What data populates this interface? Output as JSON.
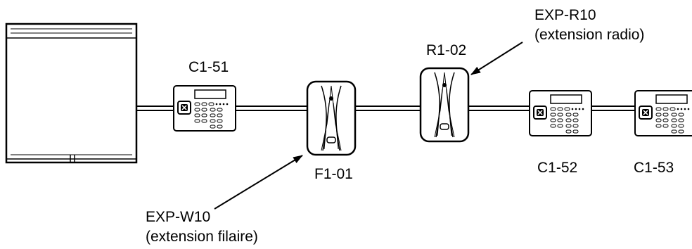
{
  "devices": {
    "keypad_c1_51": "C1-51",
    "expander_f1_01": "F1-01",
    "radio_r1_02": "R1-02",
    "keypad_c1_52": "C1-52",
    "keypad_c1_53": "C1-53"
  },
  "annotations": {
    "wired_model": "EXP-W10",
    "wired_desc": "(extension filaire)",
    "radio_model": "EXP-R10",
    "radio_desc": "(extension radio)"
  },
  "colors": {
    "stroke": "#000000",
    "fill": "#ffffff"
  },
  "icons": {
    "control_panel": "control-panel-cabinet",
    "keypad": "keypad-device",
    "expander": "expander-module",
    "arrow": "pointer-arrow"
  }
}
